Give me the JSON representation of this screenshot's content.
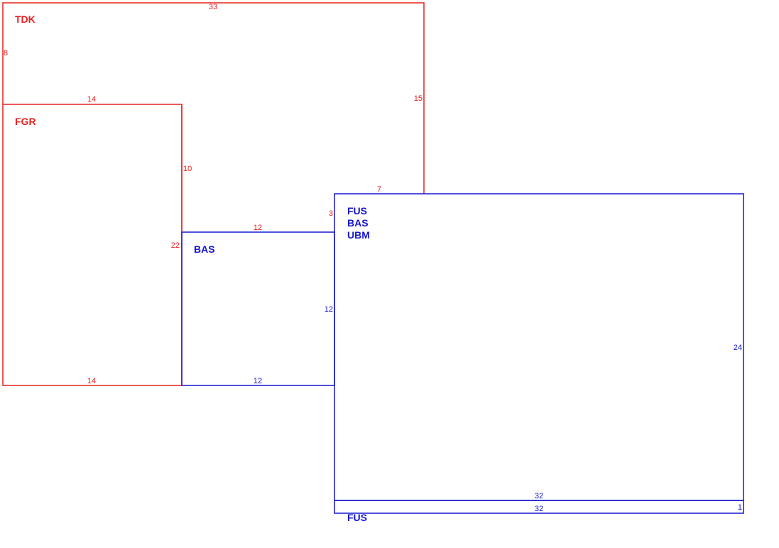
{
  "colors": {
    "red": "#e8201e",
    "blue": "#1515d0",
    "background": "#ffffff"
  },
  "areas": [
    {
      "id": "TDK",
      "labels": [
        "TDK"
      ],
      "color": "red"
    },
    {
      "id": "FGR",
      "labels": [
        "FGR"
      ],
      "color": "red"
    },
    {
      "id": "BAS",
      "labels": [
        "BAS"
      ],
      "color": "blue"
    },
    {
      "id": "FUS-BAS-UBM",
      "labels": [
        "FUS",
        "BAS",
        "UBM"
      ],
      "color": "blue"
    },
    {
      "id": "FUS",
      "labels": [
        "FUS"
      ],
      "color": "blue"
    }
  ],
  "dimensions": [
    {
      "id": "tdk-top",
      "text": "33",
      "color": "red"
    },
    {
      "id": "tdk-left",
      "text": "8",
      "color": "red"
    },
    {
      "id": "tdk-right",
      "text": "15",
      "color": "red"
    },
    {
      "id": "fgr-top",
      "text": "14",
      "color": "red"
    },
    {
      "id": "fgr-inner-right",
      "text": "10",
      "color": "red"
    },
    {
      "id": "fgr-right",
      "text": "22",
      "color": "red"
    },
    {
      "id": "fgr-bottom",
      "text": "14",
      "color": "red"
    },
    {
      "id": "tdk-step-top",
      "text": "7",
      "color": "red"
    },
    {
      "id": "tdk-step-side",
      "text": "3",
      "color": "red"
    },
    {
      "id": "tdk-bottom",
      "text": "12",
      "color": "red"
    },
    {
      "id": "bas-right",
      "text": "12",
      "color": "blue"
    },
    {
      "id": "bas-bottom",
      "text": "12",
      "color": "blue"
    },
    {
      "id": "ubm-right",
      "text": "24",
      "color": "blue"
    },
    {
      "id": "ubm-bottom",
      "text": "32",
      "color": "blue"
    },
    {
      "id": "fus-top",
      "text": "32",
      "color": "blue"
    },
    {
      "id": "fus-right",
      "text": "1",
      "color": "blue"
    }
  ]
}
